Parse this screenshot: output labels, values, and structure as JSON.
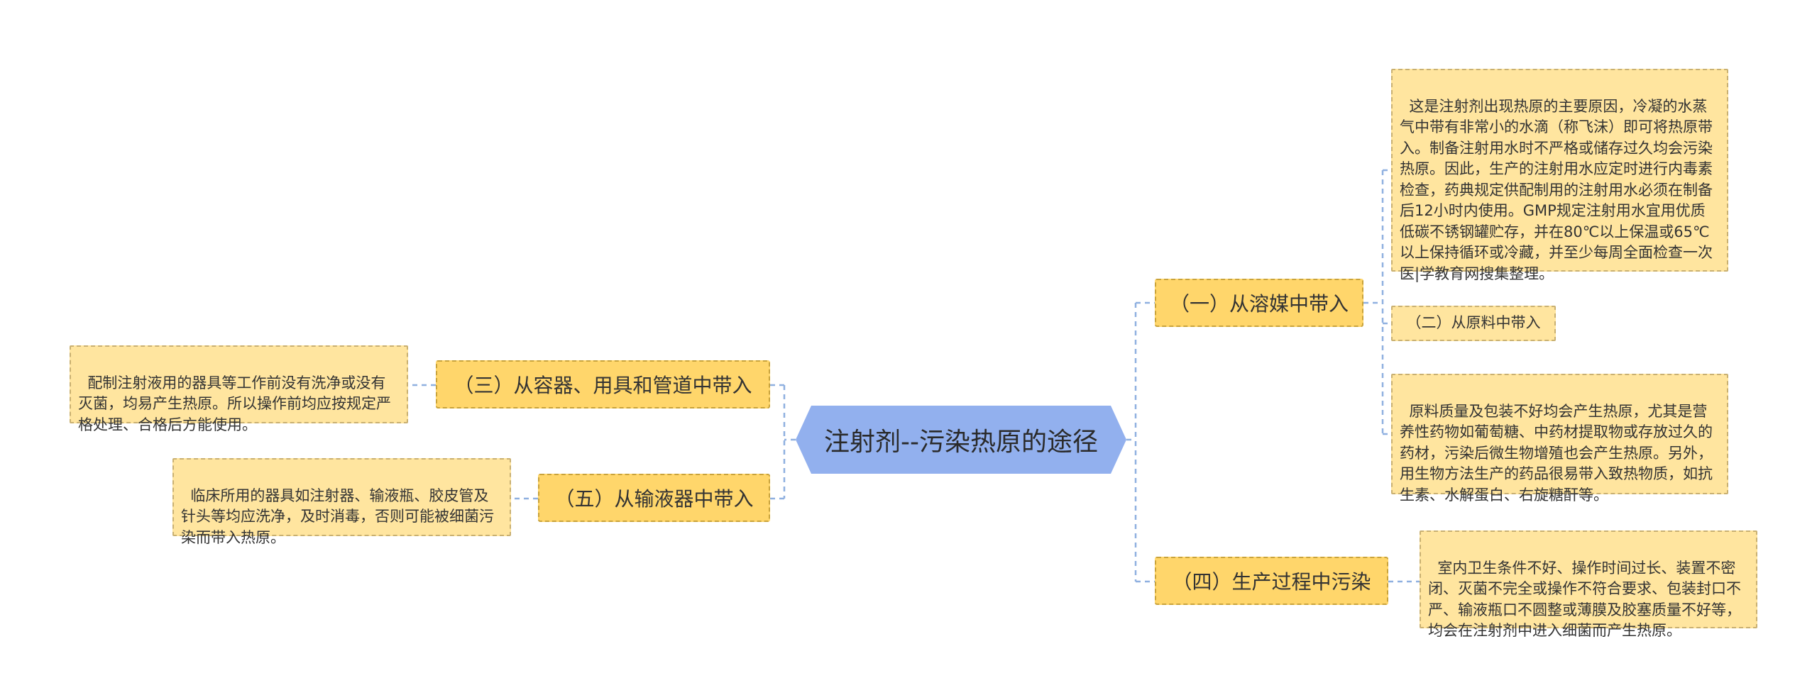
{
  "root": {
    "title": "注射剂--污染热原的途径"
  },
  "branches": {
    "solvent": {
      "label": "（一）从溶媒中带入",
      "note": "这是注射剂出现热原的主要原因，冷凝的水蒸气中带有非常小的水滴（称飞沫）即可将热原带入。制备注射用水时不严格或储存过久均会污染热原。因此，生产的注射用水应定时进行内毒素检查，药典规定供配制用的注射用水必须在制备后12小时内使用。GMP规定注射用水宜用优质低碳不锈钢罐贮存，并在80℃以上保温或65℃以上保持循环或冷藏，并至少每周全面检查一次医|学教育网搜集整理。"
    },
    "raw_material": {
      "label": "（二）从原料中带入",
      "note": "原料质量及包装不好均会产生热原，尤其是营养性药物如葡萄糖、中药材提取物或存放过久的药材，污染后微生物增殖也会产生热原。另外，用生物方法生产的药品很易带入致热物质，如抗生素、水解蛋白、右旋糖酐等。"
    },
    "production": {
      "label": "（四）生产过程中污染",
      "note": "室内卫生条件不好、操作时间过长、装置不密闭、灭菌不完全或操作不符合要求、包装封口不严、输液瓶口不圆整或薄膜及胶塞质量不好等，均会在注射剂中进入细菌而产生热原。"
    },
    "container": {
      "label": "（三）从容器、用具和管道中带入",
      "note": "配制注射液用的器具等工作前没有洗净或没有灭菌，均易产生热原。所以操作前均应按规定严格处理、合格后方能使用。"
    },
    "infusion": {
      "label": "（五）从输液器中带入",
      "note": "临床所用的器具如注射器、输液瓶、胶皮管及针头等均应洗净，及时消毒，否则可能被细菌污染而带入热原。"
    }
  },
  "colors": {
    "root_fill": "#92b0ee",
    "branch_fill": "#ffd66b",
    "leaf_fill": "#ffe59f",
    "connector": "#8fb0e0"
  }
}
